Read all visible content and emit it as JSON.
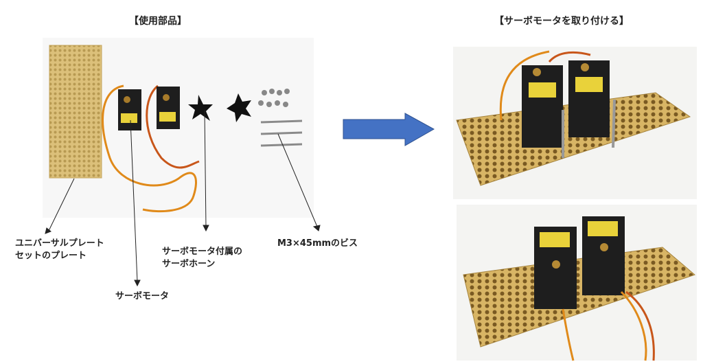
{
  "left_title": "【使用部品】",
  "right_title": "【サーボモータを取り付ける】",
  "labels": {
    "plate_line1": "ユニバーサルプレート",
    "plate_line2": "セットのプレート",
    "servo": "サーボモータ",
    "horn_line1": "サーボモータ付属の",
    "horn_line2": "サーボホーン",
    "screw": "M3×45mmのビス"
  },
  "colors": {
    "arrow": "#4472C4",
    "plate": "#D9B86A",
    "servo": "#1e1e1e"
  }
}
